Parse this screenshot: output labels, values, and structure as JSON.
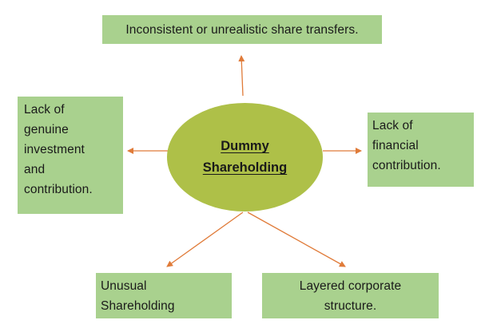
{
  "diagram": {
    "center": {
      "line1": "Dummy",
      "line2": "Shareholding"
    },
    "nodes": {
      "top": {
        "text": "Inconsistent or unrealistic share transfers."
      },
      "left": {
        "lines": [
          "Lack of",
          "genuine",
          "investment",
          "and",
          "contribution."
        ]
      },
      "right": {
        "lines": [
          "Lack of",
          "financial",
          "contribution."
        ]
      },
      "bottom_left": {
        "lines": [
          "Unusual",
          "Shareholding"
        ]
      },
      "bottom_right": {
        "lines": [
          "Layered corporate",
          "structure."
        ]
      }
    },
    "colors": {
      "box_fill": "#a9d18e",
      "ellipse_fill": "#aec048",
      "arrow": "#e07b39"
    }
  }
}
